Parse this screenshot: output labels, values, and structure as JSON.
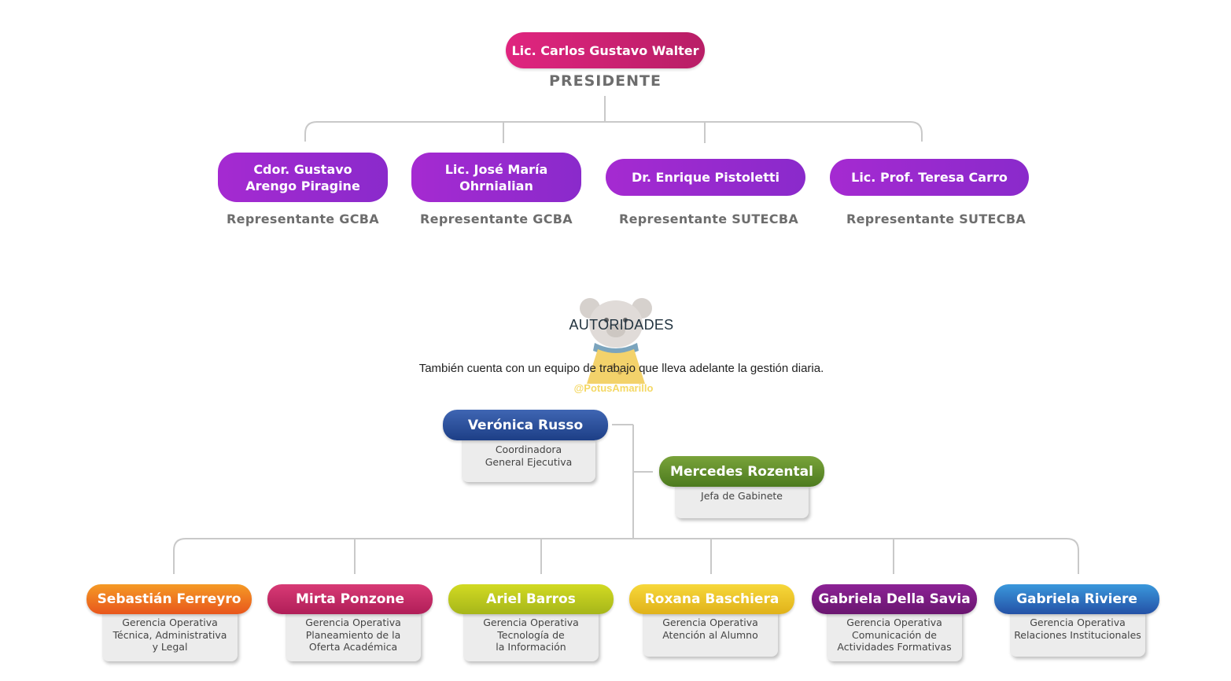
{
  "board": {
    "president": {
      "name": "Lic. Carlos Gustavo Walter",
      "role": "PRESIDENTE"
    },
    "members": [
      {
        "name_lines": [
          "Cdor. Gustavo",
          "Arengo Piragine"
        ],
        "role": "Representante GCBA"
      },
      {
        "name_lines": [
          "Lic. José María",
          "Ohrnialian"
        ],
        "role": "Representante GCBA"
      },
      {
        "name_lines": [
          "Dr. Enrique Pistoletti"
        ],
        "role": "Representante SUTECBA"
      },
      {
        "name_lines": [
          "Lic. Prof. Teresa Carro"
        ],
        "role": "Representante SUTECBA"
      }
    ]
  },
  "section": {
    "title": "AUTORIDADES",
    "subtitle": "También cuenta con un equipo de trabajo que lleva adelante la gestión diaria.",
    "watermark": "@PotusAmarillo"
  },
  "coordination": {
    "head": {
      "name": "Verónica Russo",
      "desc_lines": [
        "Coordinadora",
        "General Ejecutiva"
      ],
      "color": "#2a4f9e"
    },
    "cabinet": {
      "name": "Mercedes Rozental",
      "desc_lines": [
        "Jefa de Gabinete"
      ],
      "color": "#5f8c2a"
    }
  },
  "managers": [
    {
      "name": "Sebastián Ferreyro",
      "desc_lines": [
        "Gerencia Operativa",
        "Técnica, Administrativa",
        "y Legal"
      ],
      "color": "#ee7222"
    },
    {
      "name": "Mirta Ponzone",
      "desc_lines": [
        "Gerencia Operativa",
        "Planeamiento de la",
        "Oferta Académica"
      ],
      "color": "#c42866"
    },
    {
      "name": "Ariel Barros",
      "desc_lines": [
        "Gerencia Operativa",
        "Tecnología de",
        "la Información"
      ],
      "color": "#bcc71e"
    },
    {
      "name": "Roxana Baschiera",
      "desc_lines": [
        "Gerencia Operativa",
        "Atención al Alumno"
      ],
      "color": "#edc52a"
    },
    {
      "name": "Gabriela Della Savia",
      "desc_lines": [
        "Gerencia Operativa",
        "Comunicación de",
        "Actividades Formativas"
      ],
      "color": "#7b1c83"
    },
    {
      "name": "Gabriela Riviere",
      "desc_lines": [
        "Gerencia Operativa",
        "Relaciones Institucionales"
      ],
      "color": "#2e6fc0"
    }
  ]
}
